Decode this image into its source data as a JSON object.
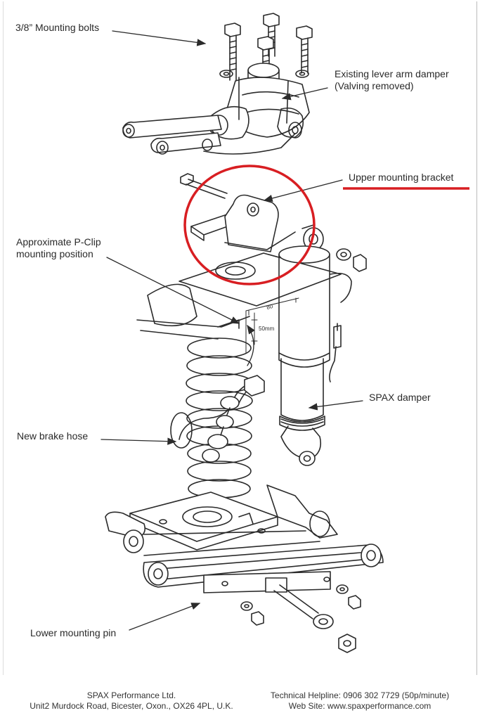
{
  "labels": {
    "mounting_bolts": "3/8” Mounting bolts",
    "lever_arm_damper_line1": "Existing lever arm damper",
    "lever_arm_damper_line2": "(Valving removed)",
    "upper_bracket": "Upper mounting bracket",
    "pclip_line1": "Approximate P-Clip",
    "pclip_line2": "mounting position",
    "spax_damper": "SPAX damper",
    "brake_hose": "New brake hose",
    "lower_pin": "Lower mounting pin"
  },
  "dimensions": {
    "horizontal": "80",
    "vertical": "50mm"
  },
  "footer": {
    "company": "SPAX Performance Ltd.",
    "address": "Unit2 Murdock Road, Bicester, Oxon., OX26 4PL, U.K.",
    "helpline": "Technical Helpline: 0906 302 7729 (50p/minute)",
    "website": "Web Site: www.spaxperformance.com"
  },
  "colors": {
    "highlight": "#d81e22",
    "line": "#2b2b2b"
  }
}
